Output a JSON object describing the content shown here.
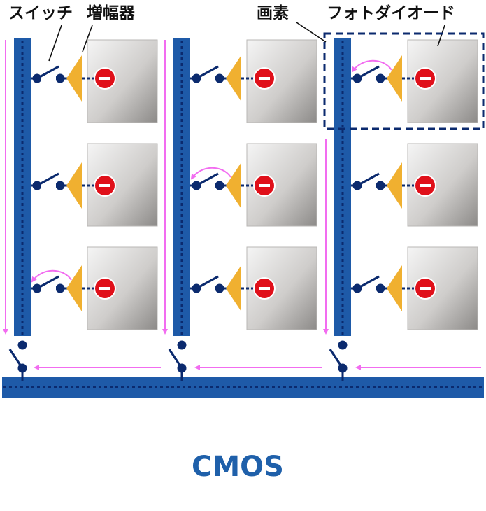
{
  "labels": {
    "switch": "スイッチ",
    "amplifier": "増幅器",
    "pixel": "画素",
    "photodiode": "フォトダイオード"
  },
  "title": "CMOS",
  "colors": {
    "bus_blue": "#1e5aa8",
    "dark_blue": "#0b2a6e",
    "amp_orange": "#f0b030",
    "charge_red": "#e0101a",
    "arrow_pink": "#f26cf0",
    "photodiode_light": "#f2f2f2",
    "photodiode_dark": "#8e8c8a",
    "title_blue": "#1f60aa"
  },
  "icons": {
    "charge": "minus-circle-icon",
    "switch": "switch-icon",
    "amplifier": "triangle-amplifier-icon"
  }
}
